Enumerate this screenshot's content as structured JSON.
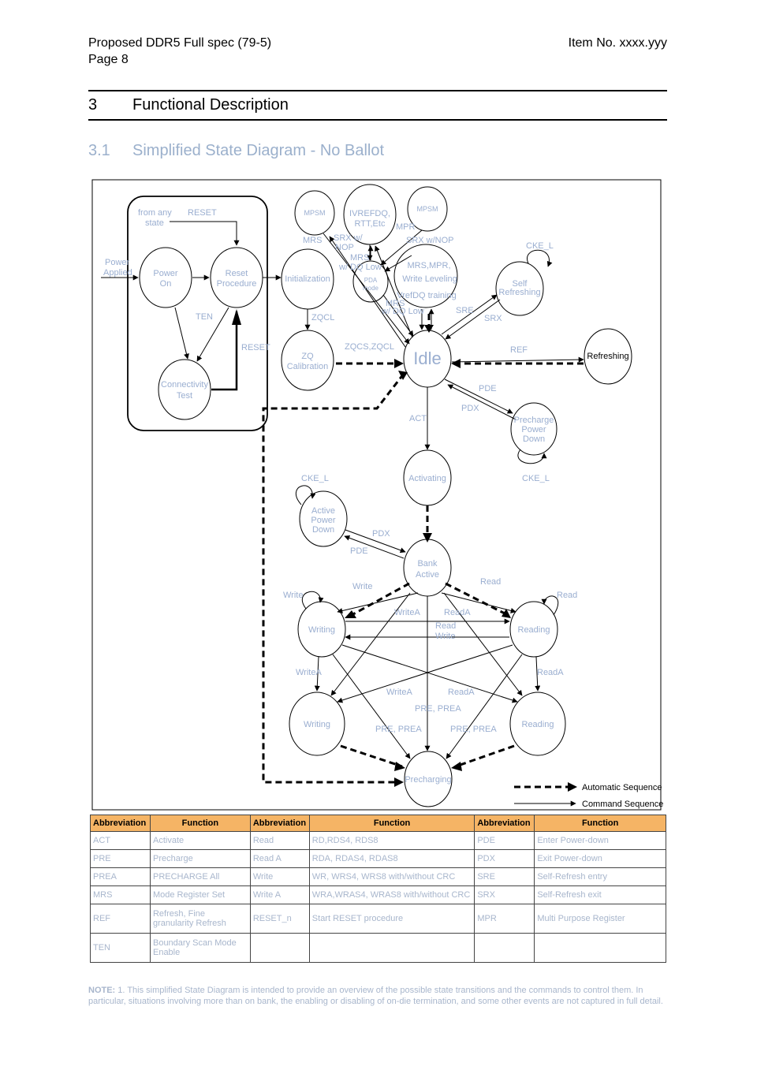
{
  "header": {
    "doc_title": "Proposed DDR5 Full spec (79-5)",
    "page": "Page 8",
    "item_no": "Item No. xxxx.yyy"
  },
  "section": {
    "number": "3",
    "title": "Functional Description"
  },
  "subsection": {
    "number": "3.1",
    "title": "Simplified State Diagram - No Ballot"
  },
  "diagram": {
    "states": {
      "power_on": [
        "Power",
        "On"
      ],
      "reset_procedure": [
        "Reset",
        "Procedure"
      ],
      "connectivity_test": [
        "Connectivity",
        "Test"
      ],
      "initialization": "Initialization",
      "zq_calibration": [
        "ZQ",
        "Calibration"
      ],
      "mpsm_left": "MPSM",
      "ivrefdq": [
        "IVREFDQ,",
        "RTT,Etc"
      ],
      "mpsm_right": "MPSM",
      "pda_mode": [
        "PDA",
        "mode"
      ],
      "mrs_mpr": [
        "MRS,MPR,",
        "Write  Leveling",
        "VrefDQ training"
      ],
      "self_refreshing": [
        "Self",
        "Refreshing"
      ],
      "idle": "Idle",
      "refreshing": "Refreshing",
      "precharge_pd": [
        "Precharge",
        "Power",
        "Down"
      ],
      "activating": "Activating",
      "active_pd": [
        "Active",
        "Power",
        "Down"
      ],
      "bank_active": [
        "Bank",
        "Active"
      ],
      "writing": "Writing",
      "reading": "Reading",
      "writing_a": "Writing",
      "reading_a": "Reading",
      "precharging": "Precharging"
    },
    "labels": {
      "from_any_state": [
        "from any",
        "state"
      ],
      "reset": "RESET",
      "power_applied": [
        "Power",
        "Applied"
      ],
      "ten": "TEN",
      "reset2": "RESET",
      "mrs1": "MRS",
      "srx_nop": [
        "SRX w/",
        "NOP"
      ],
      "mpr": "MPR",
      "srx_nop2": "SRX w/NOP",
      "mrs_dq_low": [
        "MRS",
        "w/ DQ Low"
      ],
      "mrs_dq_low2": [
        "MRS",
        "w/ DQ Low"
      ],
      "cke_l1": "CKE_L",
      "zqcl": "ZQCL",
      "zqcs_zqcl": "ZQCS,ZQCL",
      "sre": "SRE",
      "srx": "SRX",
      "ref": "REF",
      "pde": "PDE",
      "pdx": "PDX",
      "act": "ACT",
      "cke_l2": "CKE_L",
      "cke_l3": "CKE_L",
      "pdx2": "PDX",
      "pde2": "PDE",
      "write": "Write",
      "write2": "Write",
      "read": "Read",
      "read2": "Read",
      "writea": "WriteA",
      "reada": "ReadA",
      "read_mid": "Read",
      "write_mid": "Write",
      "writea_left": "WriteA",
      "reada_right": "ReadA",
      "writea_mid": "WriteA",
      "reada_mid": "ReadA",
      "pre_prea_mid": "PRE, PREA",
      "pre_prea_left": "PRE, PREA",
      "pre_prea_right": "PRE, PREA"
    },
    "legend": {
      "automatic": "Automatic Sequence",
      "command": "Command Sequence"
    }
  },
  "table": {
    "headers": [
      "Abbreviation",
      "Function",
      "Abbreviation",
      "Function",
      "Abbreviation",
      "Function"
    ],
    "rows": [
      [
        "ACT",
        "Activate",
        "Read",
        "RD,RDS4, RDS8",
        "PDE",
        "Enter Power-down"
      ],
      [
        "PRE",
        "Precharge",
        "Read A",
        "RDA, RDAS4, RDAS8",
        "PDX",
        "Exit Power-down"
      ],
      [
        "PREA",
        "PRECHARGE All",
        "Write",
        "WR, WRS4, WRS8 with/without CRC",
        "SRE",
        "Self-Refresh entry"
      ],
      [
        "MRS",
        "Mode Register Set",
        "Write A",
        "WRA,WRAS4, WRAS8 with/without CRC",
        "SRX",
        "Self-Refresh exit"
      ],
      [
        "REF",
        "Refresh,  Fine  granularity Refresh",
        "RESET_n",
        "Start RESET procedure",
        "MPR",
        "Multi Purpose Register"
      ],
      [
        "TEN",
        "Boundary  Scan  Mode Enable",
        "",
        "",
        "",
        ""
      ]
    ]
  },
  "note": {
    "label": "NOTE:",
    "text": "1. This simplified State Diagram is intended to provide an overview of the possible state transitions and the commands to control them. In particular, situations involving more than on bank, the enabling or disabling of on-die termination, and some other events are not captured in  full detail."
  }
}
